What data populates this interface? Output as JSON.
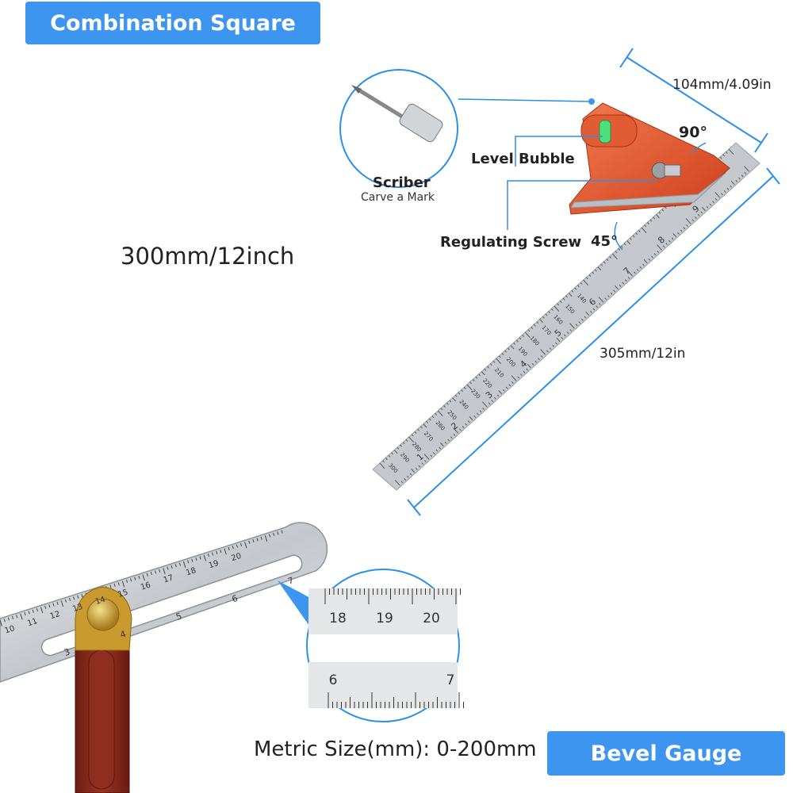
{
  "badges": {
    "top": "Combination Square",
    "bottom": "Bevel Gauge"
  },
  "labels": {
    "size": "300mm/12inch",
    "metric": "Metric Size(mm): 0-200mm",
    "scriber_title": "Scriber",
    "scriber_sub": "Carve a Mark",
    "level_bubble": "Level Bubble",
    "regulating_screw": "Regulating Screw",
    "angle_90": "90°",
    "angle_45": "45°",
    "dim_width": "104mm/4.09in",
    "dim_length": "305mm/12in"
  },
  "ruler_inch_marks": [
    "1",
    "2",
    "3",
    "4",
    "5",
    "6",
    "7",
    "8",
    "9"
  ],
  "ruler_mm_marks": [
    "300",
    "290",
    "280",
    "270",
    "260",
    "250",
    "240",
    "230",
    "220",
    "210",
    "200",
    "190",
    "180",
    "170",
    "160",
    "150",
    "140"
  ],
  "bevel_top_marks": [
    "10",
    "11",
    "12",
    "13",
    "14",
    "15",
    "16",
    "17",
    "18",
    "19",
    "20"
  ],
  "bevel_bottom_marks": [
    "3",
    "4",
    "5",
    "6",
    "7"
  ],
  "zoom_top_marks": [
    "18",
    "19",
    "20"
  ],
  "zoom_bottom_marks": [
    "6",
    "7"
  ],
  "colors": {
    "badge": "#3e95f0",
    "head": "#e8512a",
    "blade": "#c9cdd1",
    "handle": "#8a2a1c",
    "brass": "#c99a2e"
  }
}
